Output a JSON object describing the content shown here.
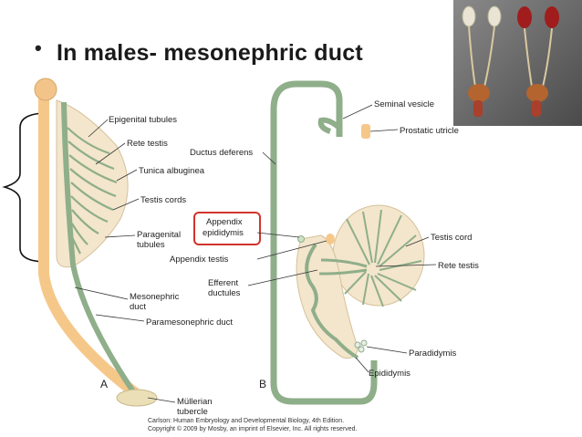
{
  "slide": {
    "bullet": "•",
    "title": "In males- mesonephric duct"
  },
  "diagram_a": {
    "labels": {
      "epigenital": "Epigenital tubules",
      "rete_testis": "Rete testis",
      "tunica": "Tunica albuginea",
      "testis_cords": "Testis cords",
      "paragenital_1": "Paragenital",
      "paragenital_2": "tubules",
      "mesonephric_1": "Mesonephric",
      "mesonephric_2": "duct",
      "paramesonephric": "Paramesonephric duct",
      "mullerian_1": "Müllerian",
      "mullerian_2": "tubercle",
      "panel": "A"
    }
  },
  "diagram_b": {
    "labels": {
      "seminal": "Seminal vesicle",
      "prostatic": "Prostatic utricle",
      "ductus": "Ductus deferens",
      "appendix_epi_1": "Appendix",
      "appendix_epi_2": "epididymis",
      "appendix_testis": "Appendix testis",
      "efferent_1": "Efferent",
      "efferent_2": "ductules",
      "testis_cord": "Testis cord",
      "rete_testis": "Rete testis",
      "paradidymis": "Paradidymis",
      "epididymis": "Epididymis",
      "panel": "B"
    }
  },
  "credit": {
    "line1": "Carlson: Human Embryology and Developmental Biology, 4th Edition.",
    "line2": "Copyright © 2009 by Mosby, an imprint of Elsevier, Inc. All rights reserved."
  },
  "colors": {
    "duct_green": "#8fae8a",
    "gonad_tan": "#f3e6cc",
    "paramesonephric_orange": "#f5c88a",
    "highlight_red": "#d0342c",
    "inset_bg": "#6c6c6c"
  }
}
